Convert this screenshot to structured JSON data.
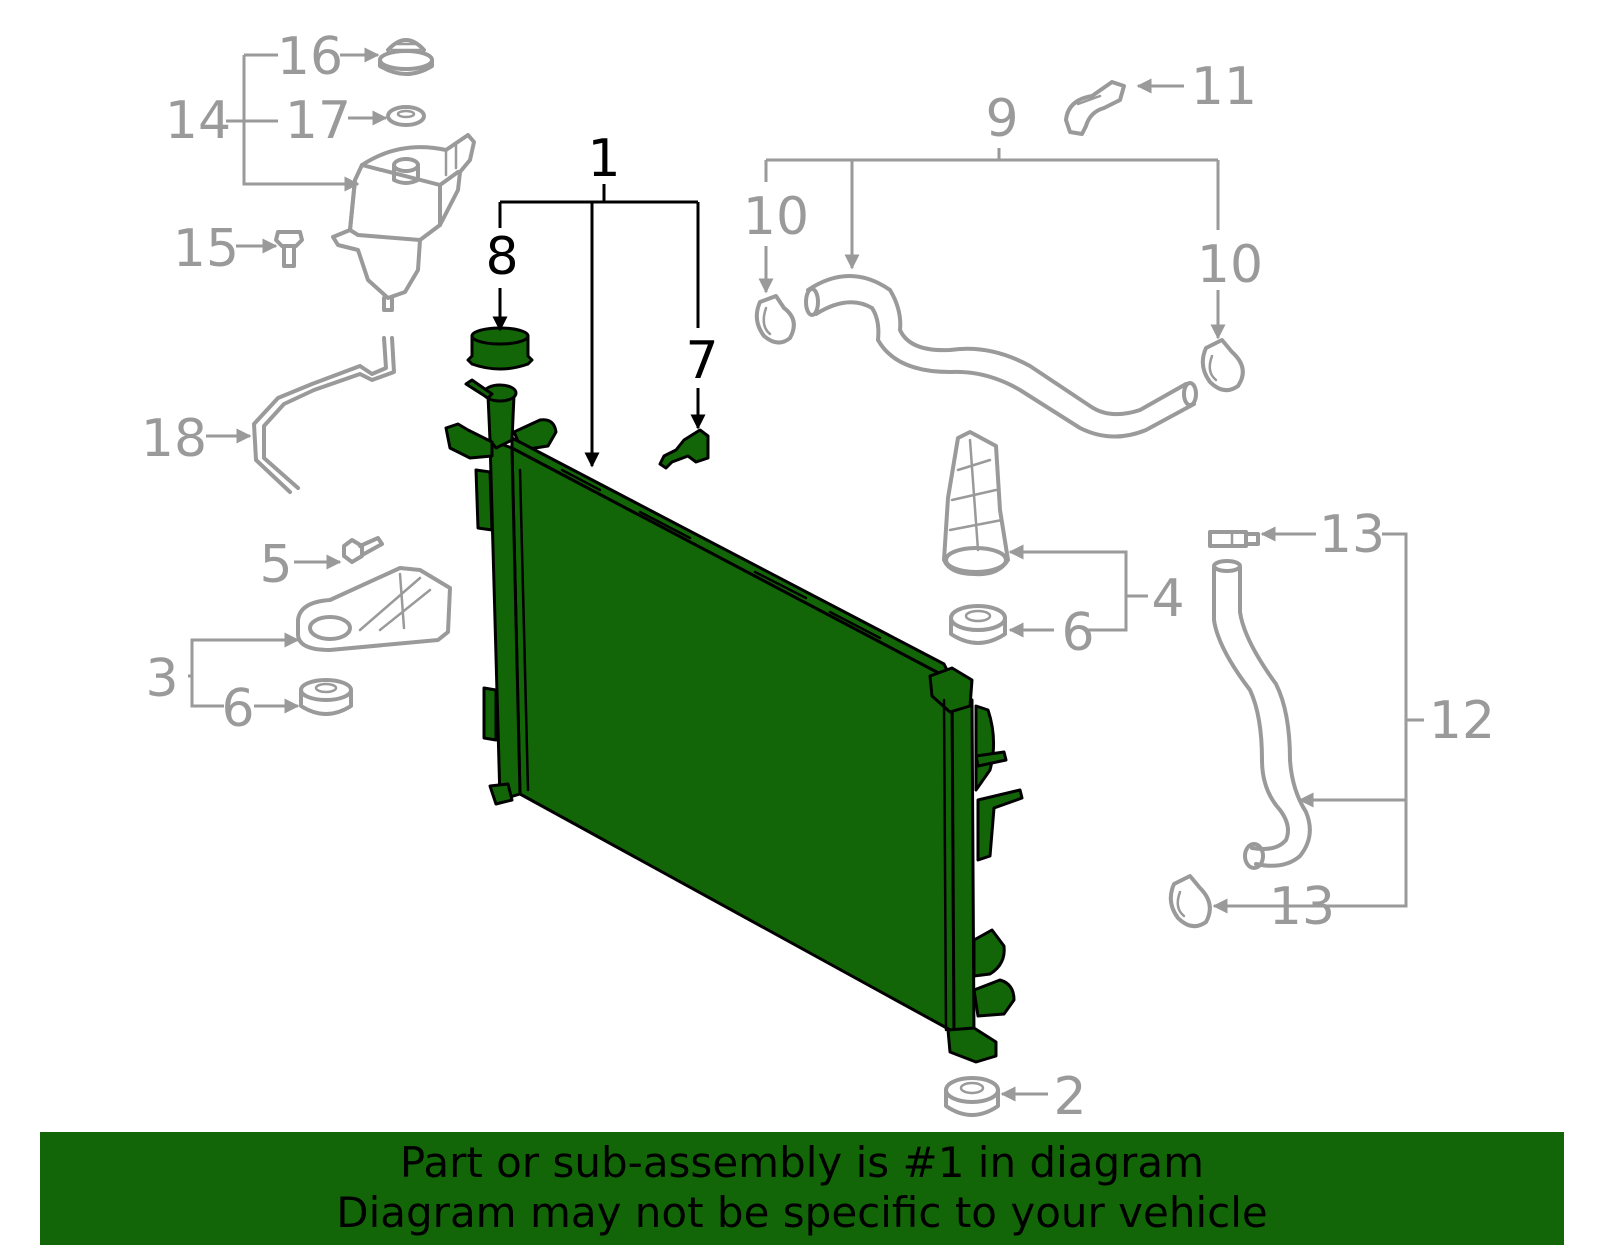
{
  "callouts": {
    "c1": "1",
    "c2": "2",
    "c3": "3",
    "c4": "4",
    "c5": "5",
    "c6a": "6",
    "c6b": "6",
    "c7": "7",
    "c8": "8",
    "c9": "9",
    "c10a": "10",
    "c10b": "10",
    "c11": "11",
    "c12": "12",
    "c13a": "13",
    "c13b": "13",
    "c14": "14",
    "c15": "15",
    "c16": "16",
    "c17": "17",
    "c18": "18"
  },
  "banner": {
    "line1": "Part or sub-assembly is #1 in diagram",
    "line2": "Diagram may not be specific to your vehicle"
  },
  "colors": {
    "highlight": "#136607",
    "callout_gray": "#9a9a9a",
    "callout_black": "#000000",
    "background": "#ffffff"
  }
}
